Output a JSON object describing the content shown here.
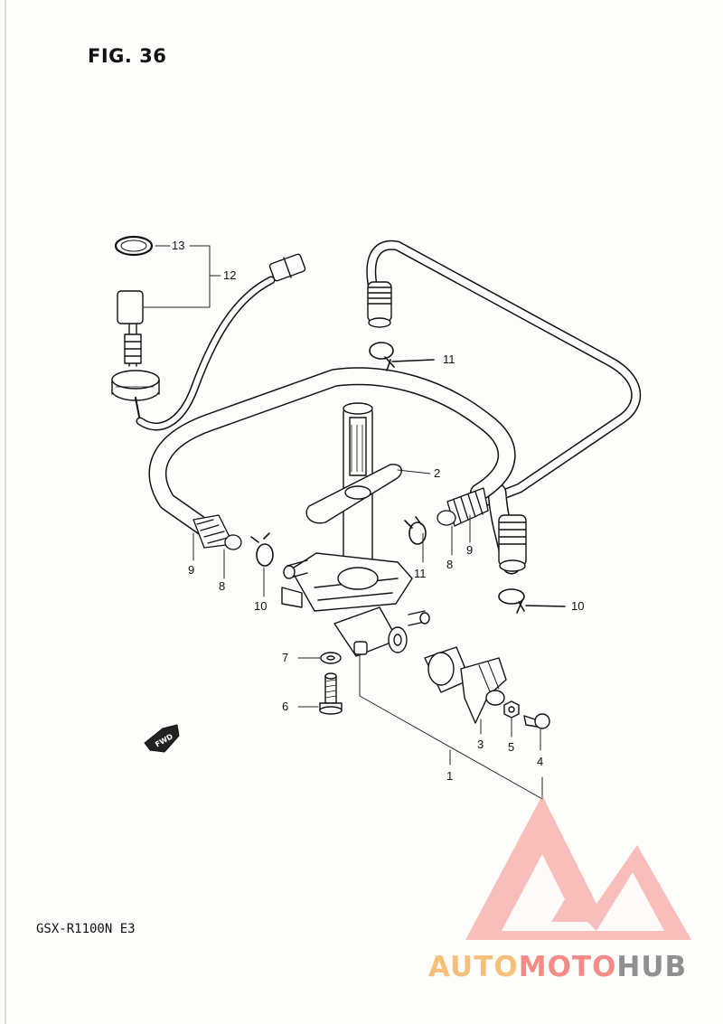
{
  "figure": {
    "title": "FIG. 36",
    "model_code": "GSX-R1100N  E3",
    "fwd_label": "FWD"
  },
  "callouts": [
    {
      "id": "c1",
      "label": "1"
    },
    {
      "id": "c2",
      "label": "2"
    },
    {
      "id": "c3",
      "label": "3"
    },
    {
      "id": "c4",
      "label": "4"
    },
    {
      "id": "c5",
      "label": "5"
    },
    {
      "id": "c6",
      "label": "6"
    },
    {
      "id": "c7",
      "label": "7"
    },
    {
      "id": "c8a",
      "label": "8"
    },
    {
      "id": "c8b",
      "label": "8"
    },
    {
      "id": "c9a",
      "label": "9"
    },
    {
      "id": "c9b",
      "label": "9"
    },
    {
      "id": "c10a",
      "label": "10"
    },
    {
      "id": "c10b",
      "label": "10"
    },
    {
      "id": "c11a",
      "label": "11"
    },
    {
      "id": "c11b",
      "label": "11"
    },
    {
      "id": "c12",
      "label": "12"
    },
    {
      "id": "c13",
      "label": "13"
    }
  ],
  "watermark": {
    "word_1": "AUTO",
    "word_2": "MOTO",
    "word_3": "HUB",
    "colors": {
      "auto": "#f6c07a",
      "moto": "#f48b86",
      "hub": "#8f8f8f",
      "logo": "#f4837e"
    }
  }
}
